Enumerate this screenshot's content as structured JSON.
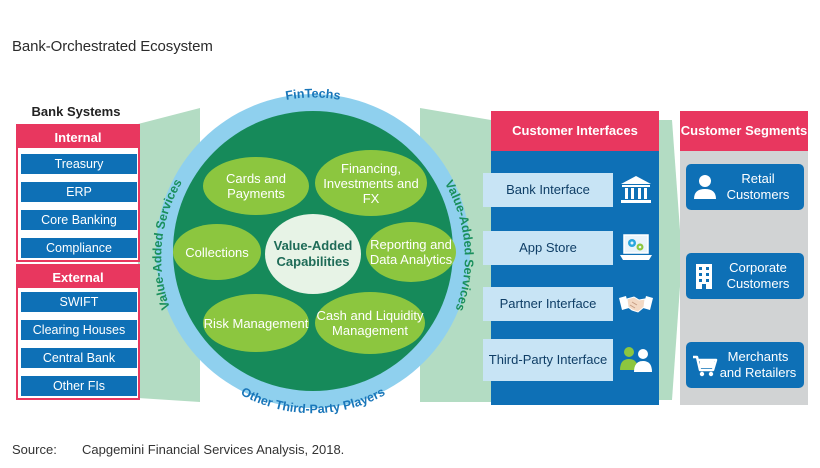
{
  "title": "Bank-Orchestrated Ecosystem",
  "bank_systems": {
    "heading": "Bank Systems",
    "internal": {
      "label": "Internal",
      "items": [
        "Treasury",
        "ERP",
        "Core Banking",
        "Compliance"
      ]
    },
    "external": {
      "label": "External",
      "items": [
        "SWIFT",
        "Clearing Houses",
        "Central Bank",
        "Other FIs"
      ]
    }
  },
  "ecosystem": {
    "top_label": "FinTechs",
    "left_label": "Value-Added Services",
    "right_label": "Value-Added Services",
    "bottom_label": "Other Third-Party Players",
    "core_label": "Value-Added Capabilities",
    "capabilities": {
      "cards": "Cards and Payments",
      "financing": "Financing, Investments and FX",
      "collections": "Collections",
      "reporting": "Reporting and Data Analytics",
      "risk": "Risk Management",
      "cash": "Cash and Liquidity Management"
    }
  },
  "customer_interfaces": {
    "heading": "Customer Interfaces",
    "items": [
      {
        "label": "Bank Interface",
        "icon": "bank-icon"
      },
      {
        "label": "App Store",
        "icon": "laptop-gears-icon"
      },
      {
        "label": "Partner Interface",
        "icon": "handshake-icon"
      },
      {
        "label": "Third-Party Interface",
        "icon": "people-icon"
      }
    ]
  },
  "customer_segments": {
    "heading": "Customer Segments",
    "items": [
      {
        "label": "Retail Customers",
        "icon": "person-icon"
      },
      {
        "label": "Corporate Customers",
        "icon": "building-icon"
      },
      {
        "label": "Merchants and Retailers",
        "icon": "cart-icon"
      }
    ]
  },
  "source": {
    "label": "Source:",
    "text": "Capgemini Financial Services Analysis, 2018."
  },
  "colors": {
    "pink": "#e8375f",
    "blue": "#0e70b6",
    "light_blue": "#c8e4f5",
    "green": "#8cc63f",
    "dark_green": "#1a8f5c",
    "gray": "#d1d3d4"
  }
}
